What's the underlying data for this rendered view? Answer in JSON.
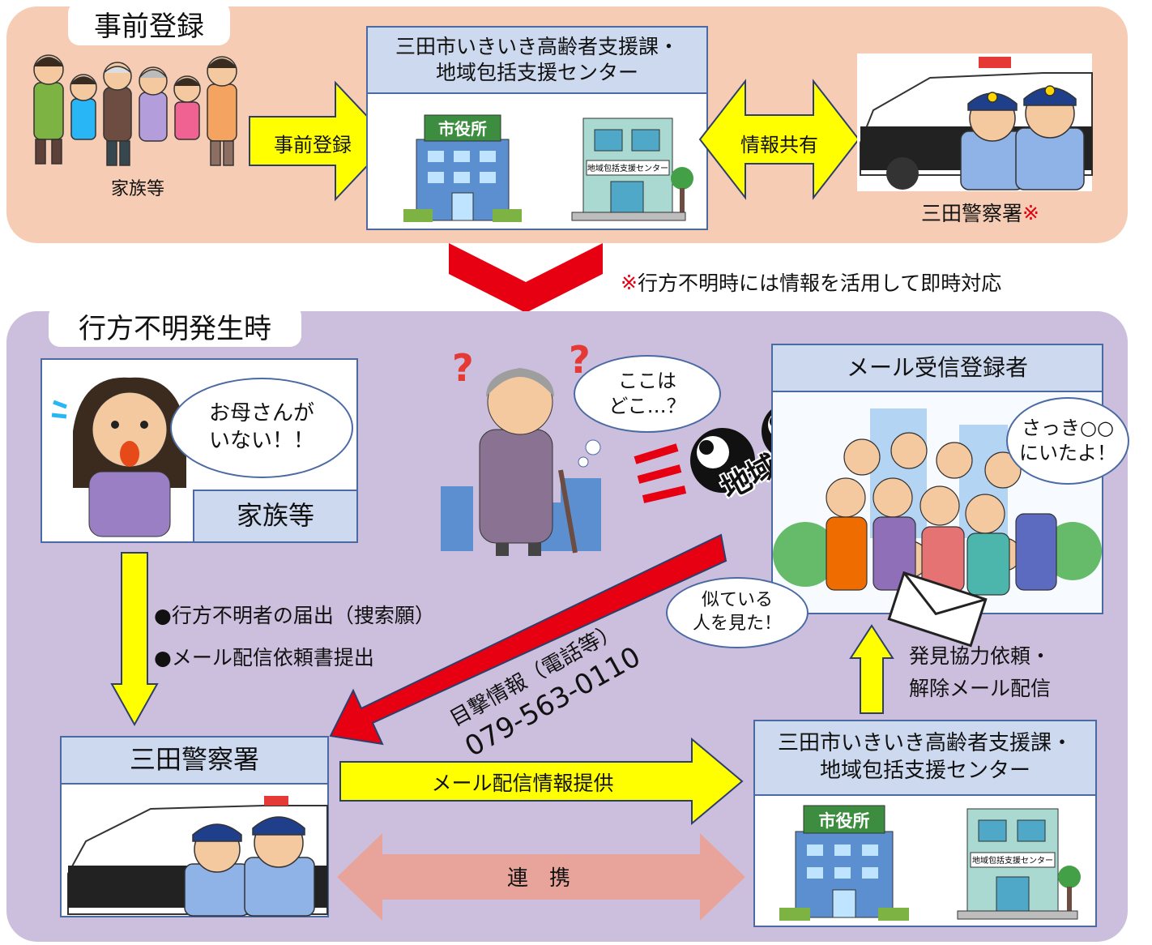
{
  "top": {
    "title": "事前登録",
    "family_label": "家族等",
    "arrow1_label": "事前登録",
    "center_header_line1": "三田市いきいき高齢者支援課・",
    "center_header_line2": "地域包括支援センター",
    "cityhall_sign": "市役所",
    "center_sign": "地域包括支援センター",
    "share_label": "情報共有",
    "police_label": "三田警察署",
    "police_mark": "※"
  },
  "note": {
    "mark": "※",
    "text": "行方不明時には情報を活用して即時対応"
  },
  "bottom": {
    "title": "行方不明発生時",
    "family_bubble_line1": "お母さんが",
    "family_bubble_line2": "いない！！",
    "family_label": "家族等",
    "steps": [
      "●行方不明者の届出（捜索願）",
      "●メール配信依頼書提出"
    ],
    "elder_bubble_line1": "ここは",
    "elder_bubble_line2": "どこ…？",
    "eyes_label": "地域の目",
    "mail_header": "メール受信登録者",
    "neighbor_bubble_line1": "さっき○○",
    "neighbor_bubble_line2": "にいたよ！",
    "witness_bubble_line1": "似ている",
    "witness_bubble_line2": "人を見た！",
    "report_line1": "目撃情報（電話等）",
    "report_line2": "079-563-0110",
    "request_line1": "発見協力依頼・",
    "request_line2": "解除メール配信",
    "police_header": "三田警察署",
    "provide_label": "メール配信情報提供",
    "cooperate_label": "連　携",
    "center_header_line1": "三田市いきいき高齢者支援課・",
    "center_header_line2": "地域包括支援センター",
    "cityhall_sign": "市役所",
    "center_sign": "地域包括支援センター"
  },
  "colors": {
    "yellow": "#ffff00",
    "red": "#e60012",
    "pink": "#e8a49b",
    "top_panel": "#f6cdb4",
    "bottom_panel": "#ccbfdd",
    "header": "#cdd9ee"
  }
}
